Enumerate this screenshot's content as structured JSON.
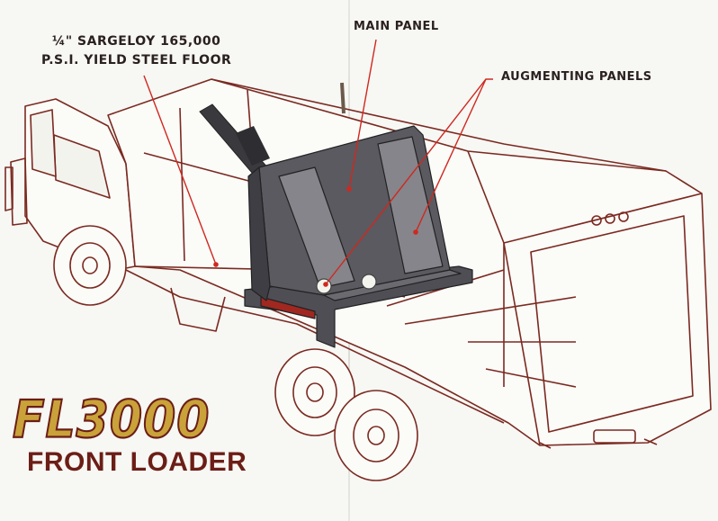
{
  "labels": {
    "floor_line1": "¼\" SARGELOY 165,000",
    "floor_line2": "P.S.I. YIELD STEEL FLOOR",
    "main_panel": "MAIN PANEL",
    "augmenting_panels": "AUGMENTING PANELS"
  },
  "branding": {
    "model": "FL3000",
    "subtitle": "FRONT LOADER"
  },
  "colors": {
    "outline": "#7a2a20",
    "panel": "#5a5a60",
    "leader": "#d0281e",
    "title_fill": "#c9a23a",
    "title_stroke": "#6b1e16"
  }
}
